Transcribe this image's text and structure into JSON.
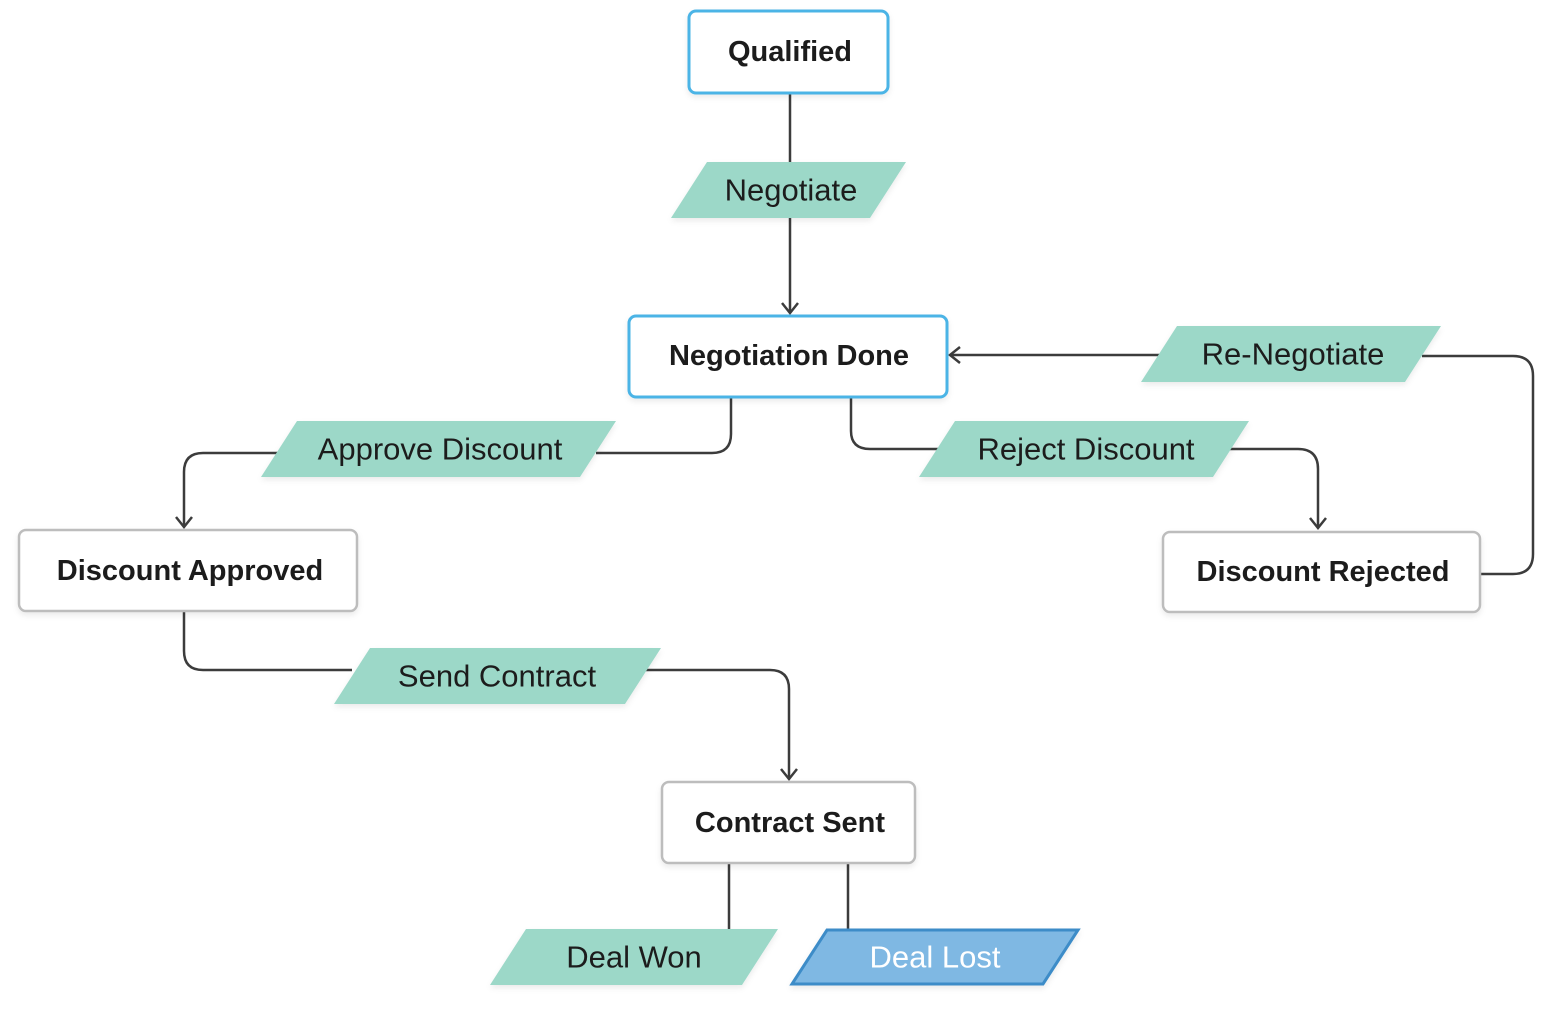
{
  "colors": {
    "active_state_border": "#4cb4e6",
    "state_border": "#bdbdbd",
    "transition_fill": "#9cd8c8",
    "lost_fill": "#7fb8e3",
    "lost_border": "#3c8cc8",
    "connector": "#3c3c3c"
  },
  "states": {
    "qualified": "Qualified",
    "negotiation_done": "Negotiation Done",
    "discount_approved": "Discount Approved",
    "discount_rejected": "Discount Rejected",
    "contract_sent": "Contract Sent"
  },
  "transitions": {
    "negotiate": "Negotiate",
    "re_negotiate": "Re-Negotiate",
    "approve_discount": "Approve Discount",
    "reject_discount": "Reject Discount",
    "send_contract": "Send Contract",
    "deal_won": "Deal Won",
    "deal_lost": "Deal Lost"
  }
}
